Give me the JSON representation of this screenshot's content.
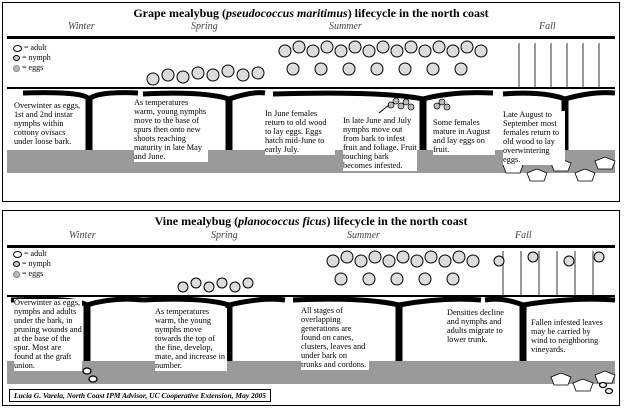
{
  "panels": [
    {
      "title_pre": "Grape mealybug (",
      "title_italic": "pseudococcus maritimus",
      "title_post": ") lifecycle in the north coast",
      "seasons": [
        "Winter",
        "Spring",
        "Summer",
        "Fall"
      ],
      "legend": [
        "= adult",
        "= nymph",
        "= eggs"
      ],
      "notes": [
        "Overwinter as eggs, 1st and 2nd instar nymphs within cottony ovisacs under loose bark.",
        "As temperatures warm, young nymphs move to the base of spurs then onto new shoots reaching maturity in late May and June.",
        "In June females return to old wood to lay eggs. Eggs hatch mid-June to early July.",
        "In late June and July nymphs move out from bark to infest fruit and foliage. Fruit touching bark becomes infested.",
        "Some females mature in August and lay eggs on fruit.",
        "Late August to September most females return to old wood to lay overwintering eggs."
      ]
    },
    {
      "title_pre": "Vine mealybug (",
      "title_italic": "planococcus ficus",
      "title_post": ") lifecycle in the north coast",
      "seasons": [
        "Winter",
        "Spring",
        "Summer",
        "Fall"
      ],
      "legend": [
        "= adult",
        "= nymph",
        "= eggs"
      ],
      "notes": [
        "Overwinter as eggs, nymphs and adults under the bark, in pruning wounds and at the base of the spur. Most are found at the graft union.",
        "As temperatures warm, the young nymphs move towards the top of the fine, develop, mate, and increase in number.",
        "All stages of overlapping generations are found on canes, clusters, leaves and under bark on trunks and cordons.",
        "Densities decline and nymphs and adults migrate to lower trunk.",
        "Fallen infested leaves may be carried by wind to neighboring vineyards."
      ],
      "credit": "Lucia G. Varela, North Coast IPM Advisor, UC Cooperative Extension, May 2005"
    }
  ]
}
